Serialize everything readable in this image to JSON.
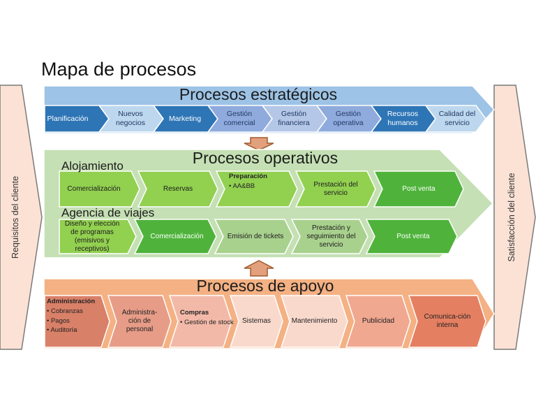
{
  "title": "Mapa de procesos",
  "left_label": "Requisitos del cliente",
  "right_label": "Satisfacción del cliente",
  "strategic": {
    "title": "Procesos estratégicos",
    "items": [
      "Planificación",
      "Nuevos negocios",
      "Marketing",
      "Gestión comercial",
      "Gestión financiera",
      "Gestión operativa",
      "Recursos humanos",
      "Calidad del servicio"
    ]
  },
  "operative": {
    "title": "Procesos operativos",
    "lodging": {
      "title": "Alojamiento",
      "items": [
        "Comercialización",
        "Reservas",
        "",
        "Prestación del servicio",
        "Post venta"
      ],
      "prep_title": "Preparación",
      "prep_items": [
        "AA&BB"
      ]
    },
    "travel": {
      "title": "Agencia de viajes",
      "items": [
        "Diseño y elección de programas (emisivos y receptivos)",
        "Comercialización",
        "Emisión de tickets",
        "Prestación y seguimiento del servicio",
        "Post venta"
      ]
    }
  },
  "support": {
    "title": "Procesos de apoyo",
    "items": [
      "",
      "Administra-ción de personal",
      "",
      "Sistemas",
      "Mantenimiento",
      "Publicidad",
      "Comunica-ción interna"
    ],
    "admin_title": "Administración",
    "admin_items": [
      "Cobranzas",
      "Pagos",
      "Auditoría"
    ],
    "purchases_title": "Compras",
    "purchases_items": [
      "Gestión de stock"
    ]
  },
  "colors": {
    "strategic": [
      "#2e75b6",
      "#bdd7ee",
      "#2e75b6",
      "#8faadc",
      "#b4c7e7",
      "#8faadc",
      "#2e75b6",
      "#bdd7ee"
    ],
    "lodging": [
      "#92d050",
      "#92d050",
      "#92d050",
      "#92d050",
      "#4fb33b"
    ],
    "travel": [
      "#92d050",
      "#4fb33b",
      "#a9d18e",
      "#a9d18e",
      "#4fb33b"
    ],
    "support": [
      "#d98068",
      "#e79c87",
      "#f3b9a8",
      "#fad9cd",
      "#fad9cd",
      "#f1a890",
      "#e57f62"
    ]
  }
}
